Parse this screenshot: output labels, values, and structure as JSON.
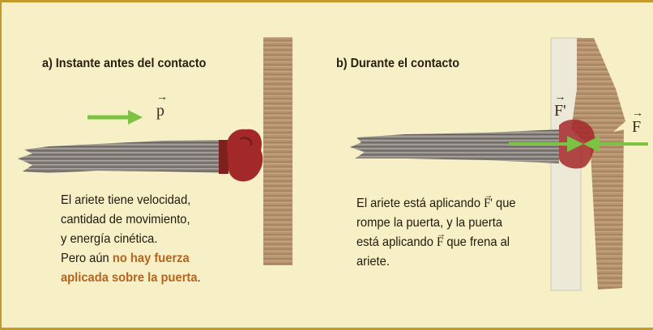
{
  "panel_a": {
    "heading": "a) Instante antes del contacto",
    "momentum_symbol": "p",
    "text_lines": [
      "El ariete tiene velocidad,",
      "cantidad de movimiento,",
      "y energía cinética."
    ],
    "text_plain": "Pero aún ",
    "text_highlight_1": "no hay fuerza",
    "text_highlight_2": "aplicada sobre la puerta",
    "text_end": "."
  },
  "panel_b": {
    "heading": "b) Durante el contacto",
    "force_on_door_symbol": "F'",
    "force_on_ram_symbol": "F",
    "line1_before": "El ariete está aplicando ",
    "line1_symbol": "F'",
    "line1_after": " que",
    "line2": "rompe la puerta, y la puerta",
    "line3_before": "está aplicando ",
    "line3_symbol": "F",
    "line3_after": " que frena al",
    "line4": "ariete."
  },
  "colors": {
    "background": "#f7efc6",
    "border": "#c49a2c",
    "arrow": "#7cc243",
    "highlight": "#b5651d",
    "wood": "#b08c66",
    "glove": "#a3282a"
  }
}
